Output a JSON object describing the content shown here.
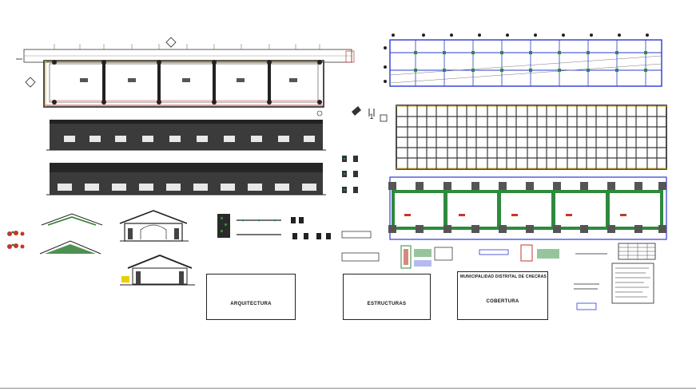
{
  "title_blocks": [
    {
      "id": "arquitectura",
      "header": "",
      "label": "ARQUITECTURA"
    },
    {
      "id": "estructuras",
      "header": "",
      "label": "ESTRUCTURAS"
    },
    {
      "id": "cobertura",
      "header": "MUNICIPALIDAD DISTRITAL DE CHECRAS",
      "label": "COBERTURA"
    }
  ],
  "detail_marker": "1",
  "colors": {
    "line": "#222222",
    "plan_red": "#d23a2a",
    "plan_yellow": "#d8b640",
    "structure_blue": "#2b3ad6",
    "structure_green": "#2e8a3c",
    "foliage": "#2f7d32",
    "accent_red": "#c0392b"
  }
}
